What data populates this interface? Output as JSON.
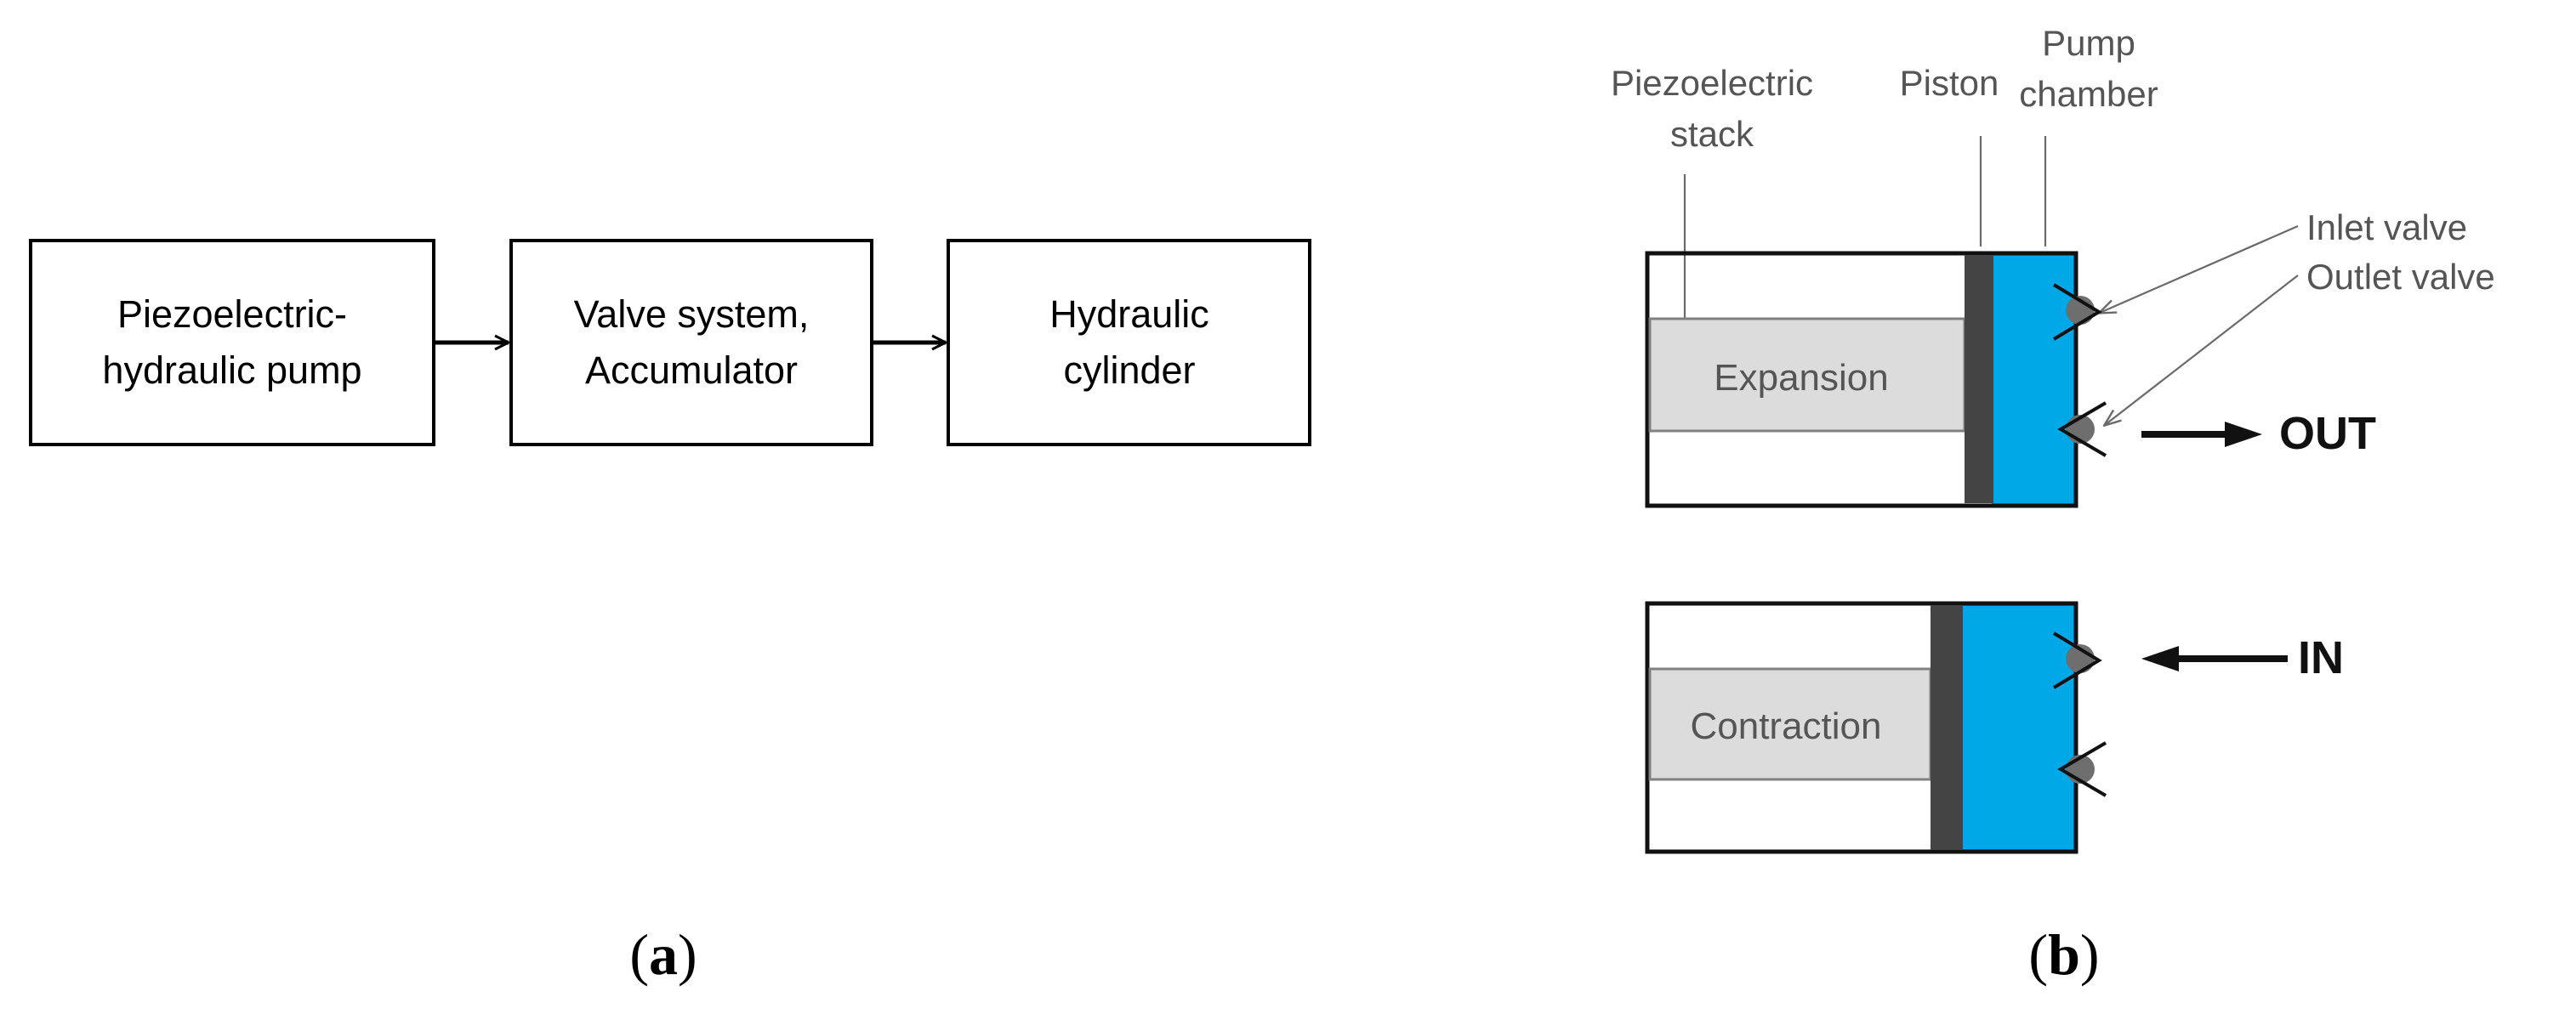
{
  "panel_a": {
    "boxes": [
      {
        "line1": "Piezoelectric-",
        "line2": "hydraulic pump"
      },
      {
        "line1": "Valve system,",
        "line2": "Accumulator"
      },
      {
        "line1": "Hydraulic",
        "line2": "cylinder"
      }
    ],
    "caption_open": "(",
    "caption_letter": "a",
    "caption_close": ")"
  },
  "panel_b": {
    "labels": {
      "piezo_line1": "Piezoelectric",
      "piezo_line2": "stack",
      "piston": "Piston",
      "pump_line1": "Pump",
      "pump_line2": "chamber",
      "inlet_valve": "Inlet valve",
      "outlet_valve": "Outlet valve"
    },
    "expansion": "Expansion",
    "contraction": "Contraction",
    "out": "OUT",
    "in": "IN",
    "caption_open": "(",
    "caption_letter": "b",
    "caption_close": ")"
  },
  "colors": {
    "chamber": "#00a8e8",
    "piston": "#444444",
    "stack": "#dcdcdc",
    "valve_ball": "#6e6e6e",
    "leader": "#7a7a7a",
    "ink": "#000000"
  }
}
